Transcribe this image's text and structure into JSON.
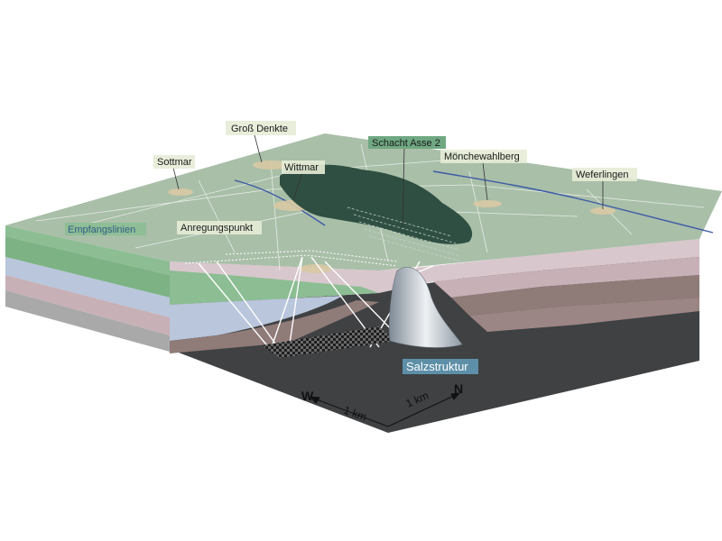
{
  "labels": {
    "gross_denkte": "Groß Denkte",
    "sottmar": "Sottmar",
    "wittmar": "Wittmar",
    "schacht": "Schacht Asse 2",
    "moenchewahlberg": "Mönchewahlberg",
    "weferlingen": "Weferlingen",
    "empfangslinien": "Empfangslinien",
    "anregungspunkt": "Anregungspunkt",
    "salzstruktur": "Salzstruktur"
  },
  "compass": {
    "west": "W",
    "north": "N",
    "scale_west": "1 km",
    "scale_north": "1 km"
  },
  "colors": {
    "terrain": "#a9bfa8",
    "forest": "#2f4f42",
    "green_layer": "#8cbd93",
    "blue_layer": "#b9c6dc",
    "pink_layer": "#c7b0b6",
    "brown_layer": "#8f7b78",
    "dark_base": "#3f4143",
    "salt": "#d8dde2",
    "label_bg": "#e6ecd6",
    "schacht_bg": "#6fa882"
  }
}
